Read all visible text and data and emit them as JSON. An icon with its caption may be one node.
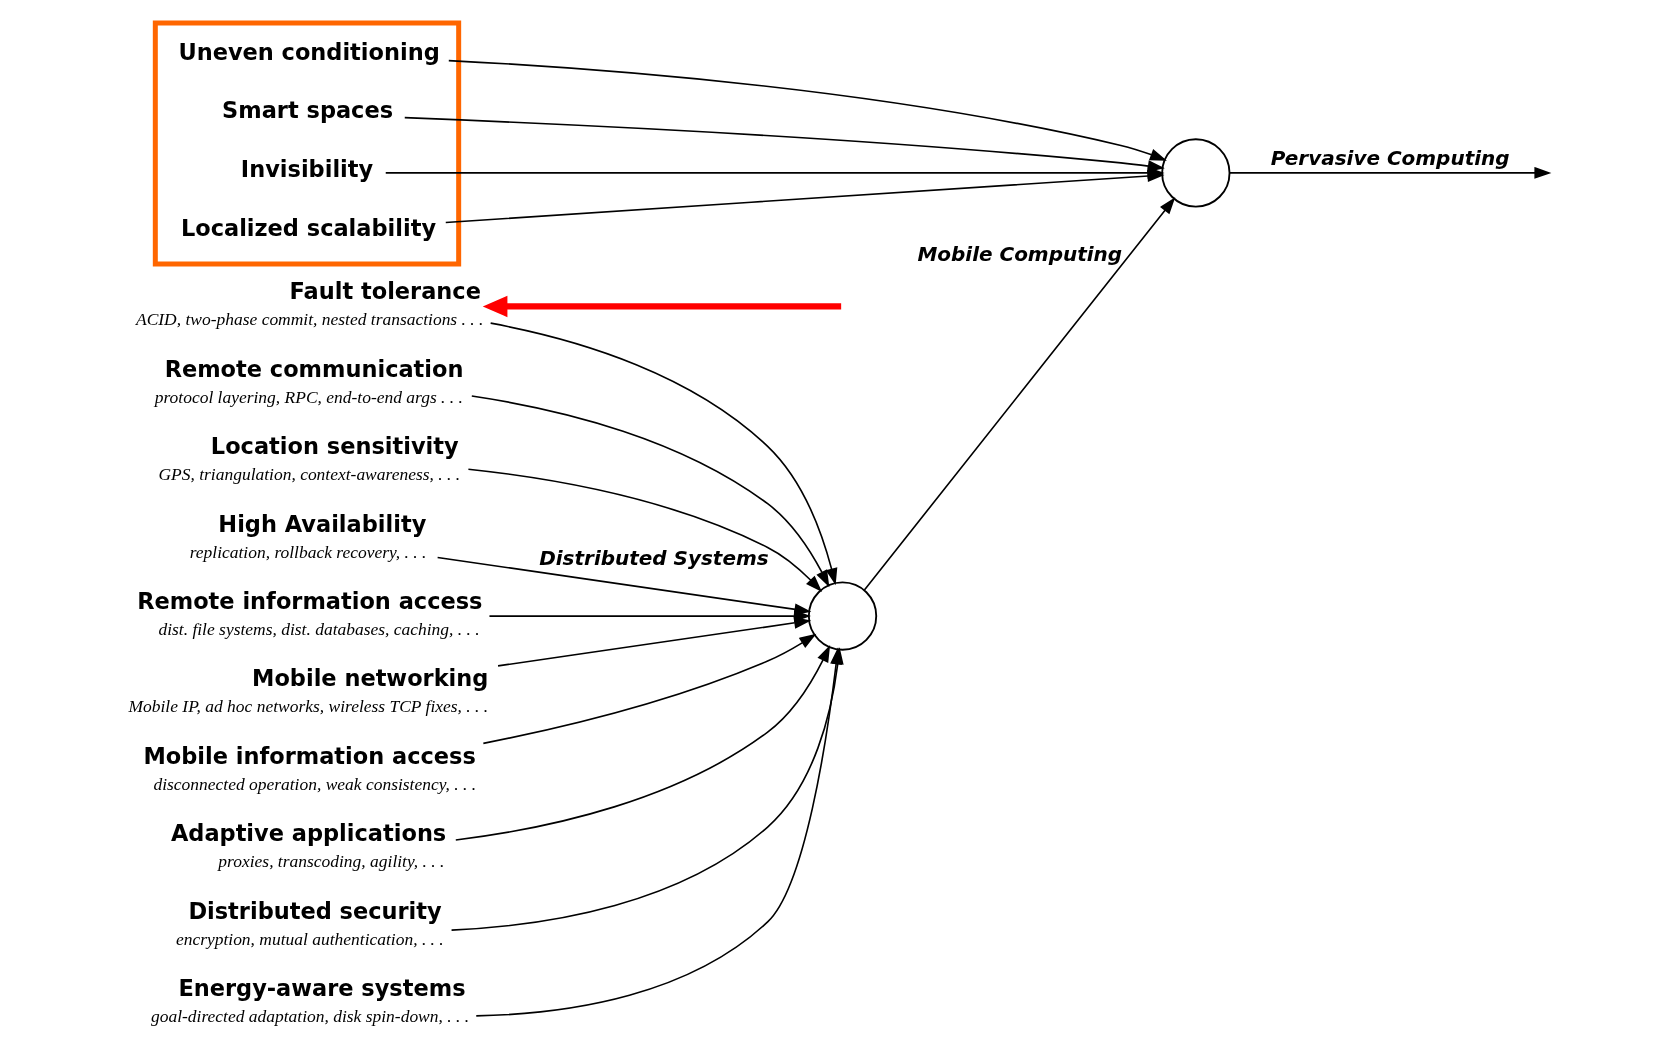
{
  "diagram": {
    "nodes": [
      {
        "text": [
          "Remote communication",
          "protocol layering, RPC, end-to-end args . . ."
        ]
      },
      {
        "text": [
          "Fault tolerance",
          "ACID, two-phase commit, nested transactions . . ."
        ]
      },
      {
        "text": [
          "High Availability",
          "replication, rollback recovery, . . ."
        ]
      },
      {
        "text": [
          "Remote information access",
          "dist. file systems, dist. databases, caching, . . ."
        ]
      },
      {
        "text": [
          "Distributed security",
          "encryption, mutual authentication, . . ."
        ]
      },
      {
        "text": [
          "Mobile networking",
          "Mobile IP, ad hoc networks, wireless TCP fixes, . . ."
        ]
      },
      {
        "text": [
          "Mobile information access",
          "disconnected operation, weak consistency, . . ."
        ]
      },
      {
        "text": [
          "Adaptive applications",
          "proxies, transcoding, agility, . . ."
        ]
      },
      {
        "text": [
          "Energy-aware systems",
          "goal-directed adaptation, disk spin-down, . . ."
        ]
      },
      {
        "text": [
          "Location sensitivity",
          "GPS, triangulation, context-awareness, . . ."
        ]
      },
      {
        "text": [],
        "shape": "box"
      },
      {
        "text": [
          "Smart spaces"
        ],
        "in": 10
      },
      {
        "text": [
          "Invisibility"
        ],
        "in": 10
      },
      {
        "text": [
          "Localized scalability"
        ],
        "in": 10
      },
      {
        "text": [
          "Uneven conditioning"
        ],
        "in": 10
      },
      {
        "text": [],
        "shape": "circle"
      },
      {
        "text": [],
        "shape": "circle"
      }
    ],
    "edges": [
      {
        "from": 0,
        "to": 15,
        "arrow": "to"
      },
      {
        "from": 1,
        "to": 15,
        "arrow": "to"
      },
      {
        "from": 2,
        "to": 15,
        "arrow": "to",
        "label": "Distributed Systems"
      },
      {
        "from": 3,
        "to": 15,
        "arrow": "to"
      },
      {
        "from": 4,
        "to": 15,
        "arrow": "to"
      },
      {
        "from": 5,
        "to": 15,
        "arrow": "to"
      },
      {
        "from": 6,
        "to": 15,
        "arrow": "to"
      },
      {
        "from": 7,
        "to": 15,
        "arrow": "to"
      },
      {
        "from": 8,
        "to": 15,
        "arrow": "to"
      },
      {
        "from": 9,
        "to": 15,
        "arrow": "to"
      },
      {
        "from": 15,
        "to": 16,
        "arrow": "to",
        "label": "Mobile Computing"
      },
      {
        "from": 11,
        "to": 16,
        "arrow": "to"
      },
      {
        "from": 12,
        "to": 16,
        "arrow": "to"
      },
      {
        "from": 13,
        "to": 16,
        "arrow": "to"
      },
      {
        "from": 14,
        "to": 16,
        "arrow": "to"
      },
      {
        "from": 16,
        "to": null,
        "arrow": "to",
        "label": "Pervasive Computing"
      },
      {
        "from": null,
        "to": 1,
        "arrow": "to",
        "style": "thick",
        "color": "#ff0000"
      }
    ]
  }
}
